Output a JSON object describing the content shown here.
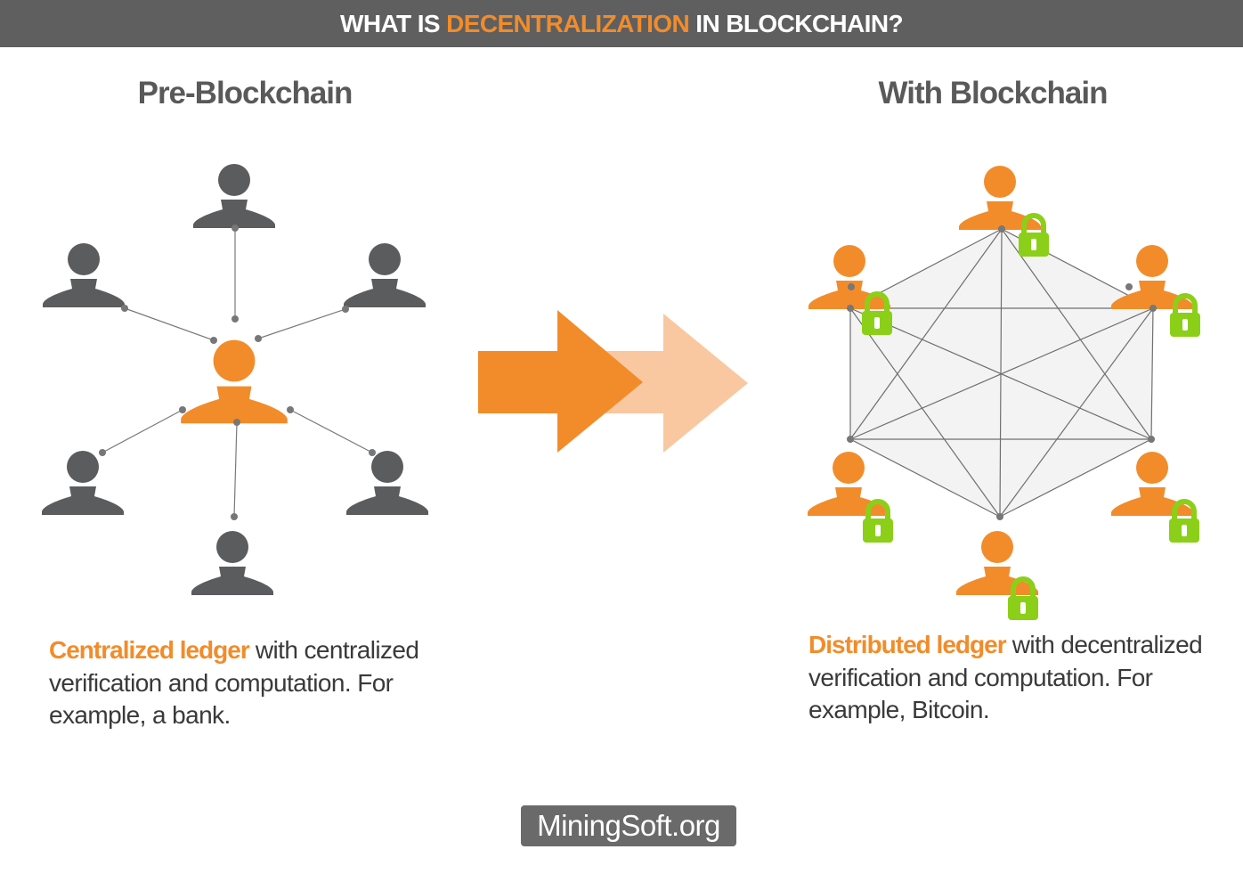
{
  "header": {
    "title_prefix": "WHAT IS ",
    "title_accent": "DECENTRALIZATION",
    "title_suffix": " IN BLOCKCHAIN?"
  },
  "left_panel": {
    "heading": "Pre-Blockchain",
    "caption_accent": "Centralized ledger",
    "caption_text": " with centralized verification and computation. For example, a bank."
  },
  "right_panel": {
    "heading": "With Blockchain",
    "caption_accent": "Distributed ledger",
    "caption_text": " with decentralized verification and computation. For example, Bitcoin."
  },
  "footer": {
    "label": "MiningSoft.org"
  },
  "colors": {
    "title_bar": "#5f5f60",
    "accent_orange": "#f28c2a",
    "light_orange": "#f9c8a0",
    "person_gray": "#5b5c5e",
    "lock_green": "#8ccf18",
    "edge_gray": "#7a7a7a"
  },
  "icons": {
    "person": "person-icon",
    "lock": "padlock-icon",
    "arrow": "right-arrow-icon"
  }
}
